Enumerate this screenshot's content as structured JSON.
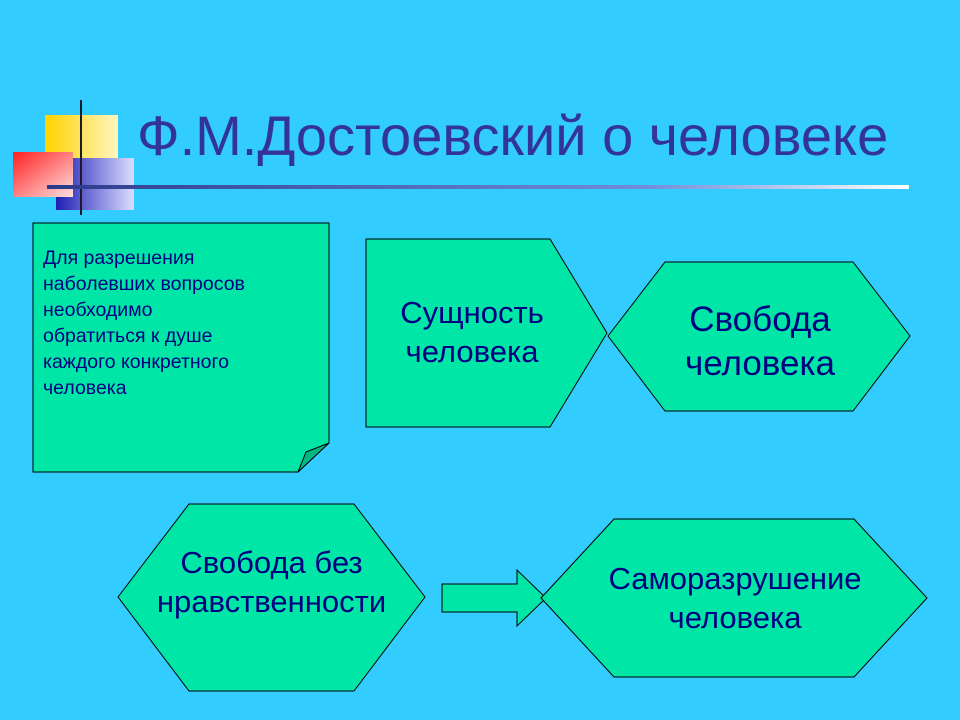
{
  "slide": {
    "title": "Ф.М.Достоевский о человеке",
    "note": {
      "lines": [
        "Для разрешения",
        "наболевших вопросов",
        "необходимо",
        "обратиться к душе",
        "каждого конкретного",
        "человека"
      ]
    },
    "nodes": {
      "essence": [
        "Сущность",
        "человека"
      ],
      "freedom": [
        "Свобода",
        "человека"
      ],
      "freedom_without_morality": [
        "Свобода без",
        "нравственности"
      ],
      "self_destruction": [
        "Саморазрушение",
        "человека"
      ]
    },
    "colors": {
      "background": "#33ccff",
      "shape_fill": "#00e6a6",
      "text": "#000080",
      "title": "#333399"
    }
  }
}
